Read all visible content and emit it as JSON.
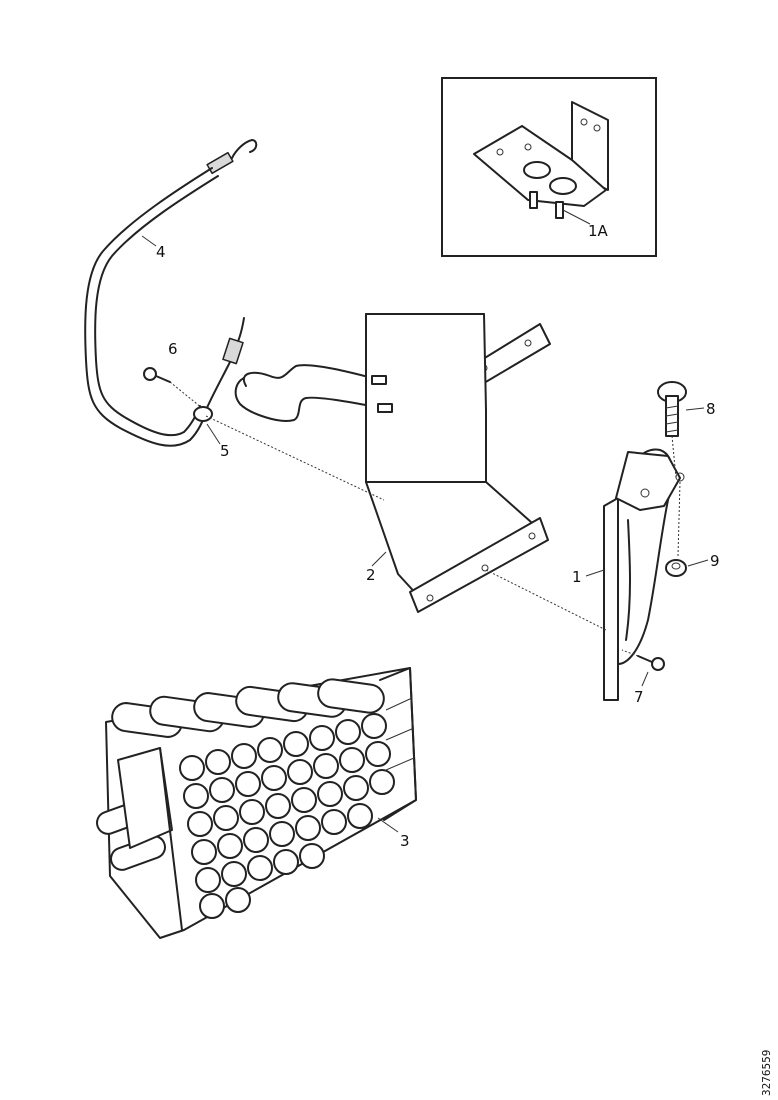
{
  "callouts": {
    "p1A": "1A",
    "p1": "1",
    "p2": "2",
    "p3": "3",
    "p4": "4",
    "p5": "5",
    "p6": "6",
    "p7": "7",
    "p8": "8",
    "p9": "9"
  },
  "reference_number": "3276559"
}
